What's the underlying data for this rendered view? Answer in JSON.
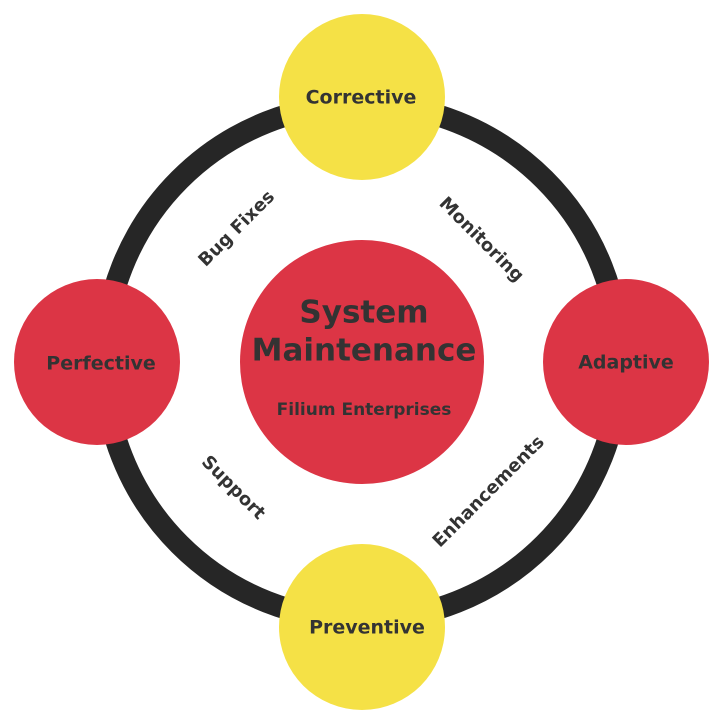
{
  "colors": {
    "ring": "#262626",
    "red": "#DC3545",
    "yellow": "#F5E146",
    "text": "#333333"
  },
  "center": {
    "title_line1": "System",
    "title_line2": "Maintenance",
    "subtitle": "Filium Enterprises"
  },
  "nodes": {
    "top": "Corrective",
    "right": "Adaptive",
    "bottom": "Preventive",
    "left": "Perfective"
  },
  "arcs": {
    "top_left": "Bug Fixes",
    "top_right": "Monitoring",
    "bottom_left": "Support",
    "bottom_right": "Enhancements"
  }
}
